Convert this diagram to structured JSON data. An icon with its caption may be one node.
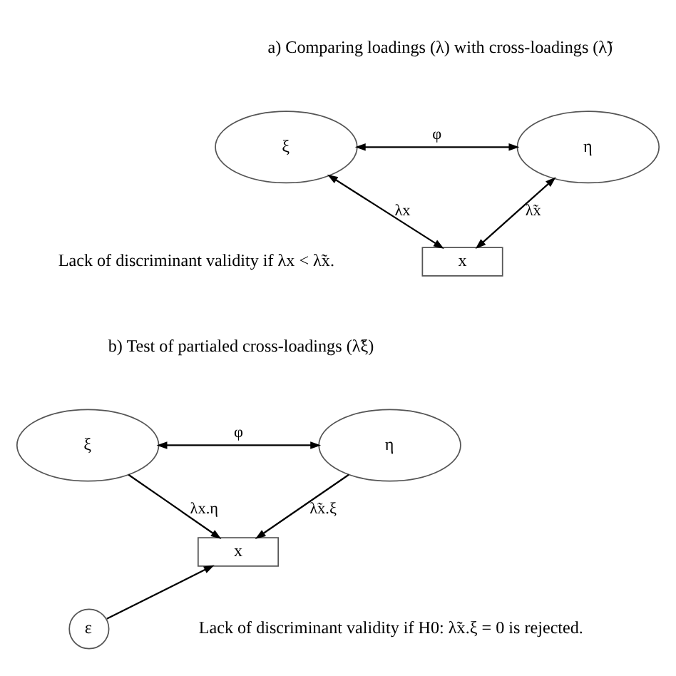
{
  "diagram": {
    "nodes": [
      {
        "text": [
          "ξ"
        ]
      },
      {
        "text": [
          "η"
        ]
      },
      {
        "text": [
          "x"
        ]
      },
      {
        "text": [
          "ξ"
        ]
      },
      {
        "text": [
          "η"
        ]
      },
      {
        "text": [
          "x"
        ]
      },
      {
        "text": [
          "ε"
        ]
      }
    ],
    "edges": [
      {
        "from": 0,
        "to": 1,
        "arrow": "both",
        "label": "φ"
      },
      {
        "from": 0,
        "to": 2,
        "arrow": "both",
        "label": "λx"
      },
      {
        "from": 1,
        "to": 2,
        "arrow": "both",
        "label": "λ̃x"
      },
      {
        "from": 3,
        "to": 4,
        "arrow": "both",
        "label": "φ"
      },
      {
        "from": 3,
        "to": 5,
        "arrow": "to",
        "label": "λx.η"
      },
      {
        "from": 4,
        "to": 5,
        "arrow": "to",
        "label": "λ̃x.ξ"
      },
      {
        "from": 6,
        "to": 5,
        "arrow": "to"
      }
    ],
    "labels": [
      "a) Comparing loadings (λ) with cross-loadings (λ̃)",
      "Lack of discriminant validity if λx < λ̃x.",
      "b) Test of partialed cross-loadings (λ̃ξ)",
      "Lack of discriminant validity if H0: λ̃x.ξ = 0 is rejected."
    ]
  }
}
